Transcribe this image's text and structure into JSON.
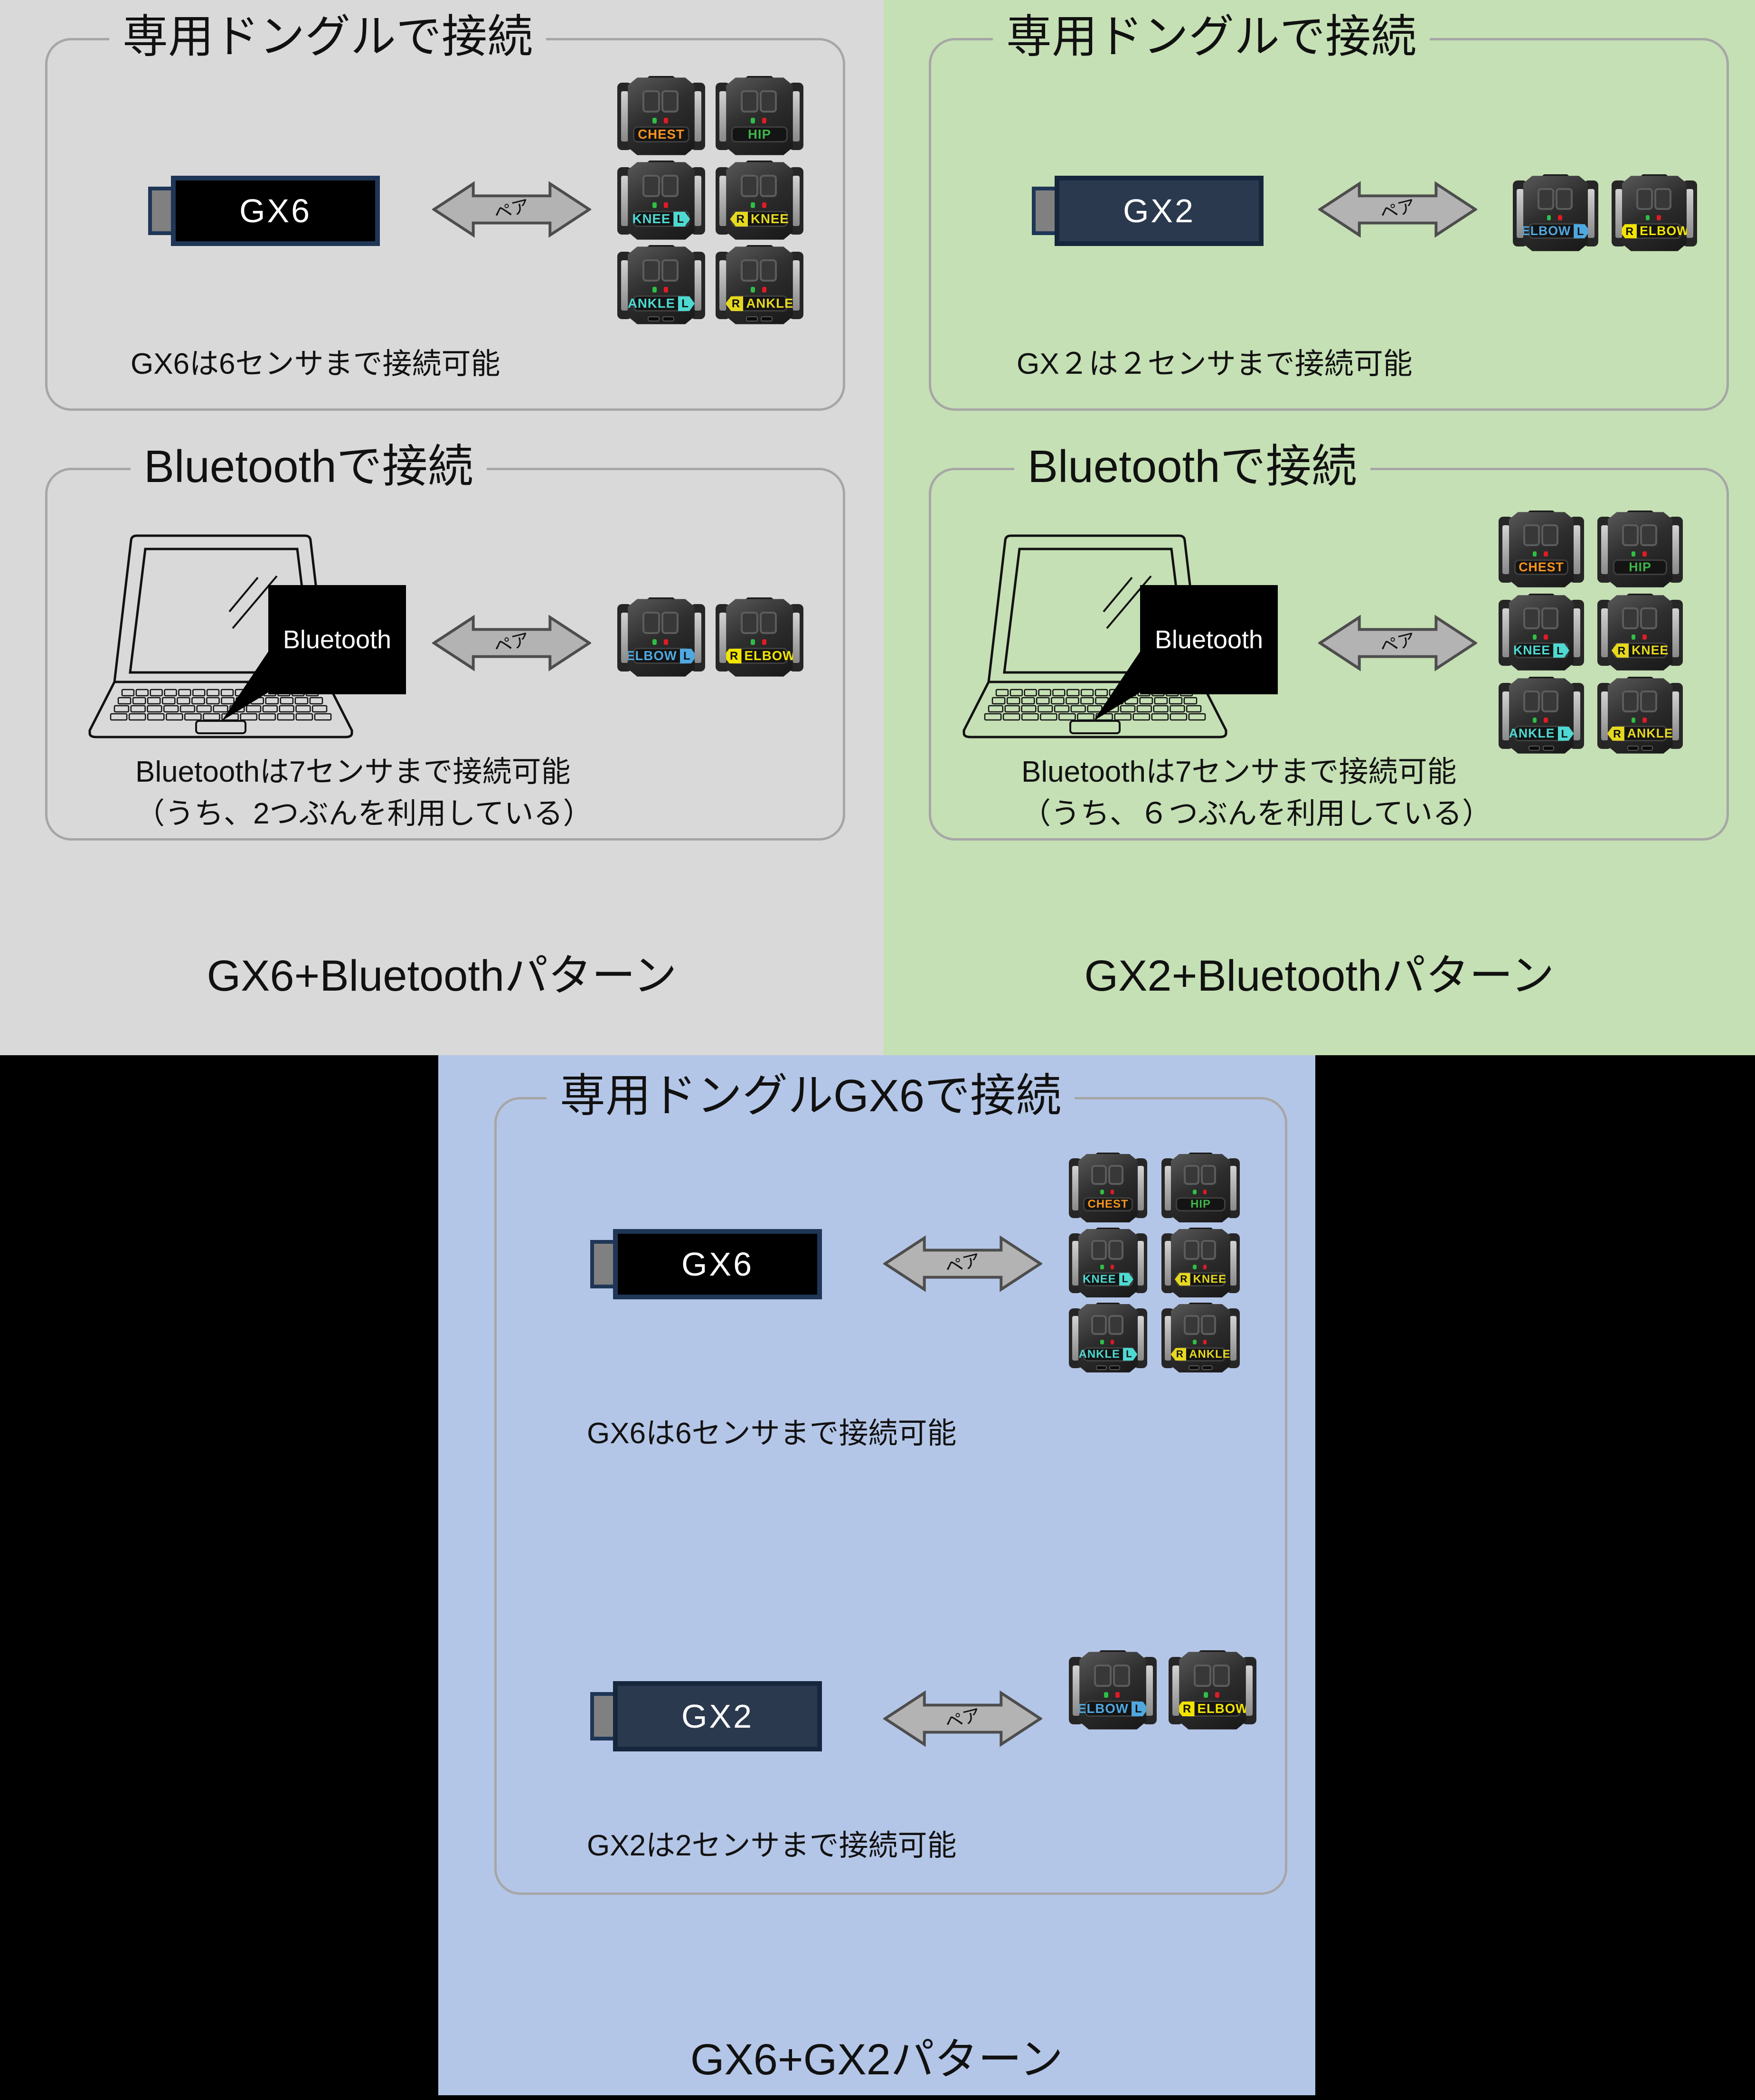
{
  "shared": {
    "pair_label": "ペア"
  },
  "colors": {
    "quad_gray": "#d9d9d9",
    "quad_green": "#c5e0b4",
    "panel_blue": "#b4c6e7",
    "background_black": "#000000",
    "panel_border": "#a6a6a6",
    "arrow_fill": "#b3b3b3",
    "arrow_stroke": "#4d4d4d",
    "gx6_body": "#000000",
    "gx6_border": "#1f3656",
    "gx2_body": "#2b394e",
    "gx2_border": "#16263c",
    "usb_plug": "#808080",
    "led_green": "#2fbf45",
    "led_red": "#e01b24"
  },
  "sensor_types": {
    "chest": {
      "text": "CHEST",
      "color": "#f7941e"
    },
    "hip": {
      "text": "HIP",
      "color": "#3db54a"
    },
    "knee_l": {
      "text": "KNEE",
      "side": "L",
      "color": "#4ed9d2"
    },
    "knee_r": {
      "text": "KNEE",
      "side": "R",
      "color": "#e6d81f"
    },
    "ankle_l": {
      "text": "ANKLE",
      "side": "L",
      "color": "#4ed9d2",
      "slots": true
    },
    "ankle_r": {
      "text": "ANKLE",
      "side": "R",
      "color": "#e6d81f",
      "slots": true
    },
    "elbow_l": {
      "text": "ELBOW",
      "side": "L",
      "color": "#4fa8e0"
    },
    "elbow_r": {
      "text": "ELBOW",
      "side": "R",
      "color": "#f2e400"
    }
  },
  "left_quadrant": {
    "dongle_panel": {
      "title": "専用ドングルで接続",
      "dongle_label": "GX6",
      "caption": "GX6は6センサまで接続可能",
      "sensors": [
        "chest",
        "hip",
        "knee_l",
        "knee_r",
        "ankle_l",
        "ankle_r"
      ]
    },
    "bluetooth_panel": {
      "title": "Bluetoothで接続",
      "bubble_label": "Bluetooth",
      "caption_line1": "Bluetoothは7センサまで接続可能",
      "caption_line2": "（うち、2つぶんを利用している）",
      "sensors": [
        "elbow_l",
        "elbow_r"
      ]
    },
    "pattern_label": "GX6+Bluetoothパターン"
  },
  "right_quadrant": {
    "dongle_panel": {
      "title": "専用ドングルで接続",
      "dongle_label": "GX2",
      "caption": "GX２は２センサまで接続可能",
      "sensors": [
        "elbow_l",
        "elbow_r"
      ]
    },
    "bluetooth_panel": {
      "title": "Bluetoothで接続",
      "bubble_label": "Bluetooth",
      "caption_line1": "Bluetoothは7センサまで接続可能",
      "caption_line2": "（うち、６つぶんを利用している）",
      "sensors": [
        "chest",
        "hip",
        "knee_l",
        "knee_r",
        "ankle_l",
        "ankle_r"
      ]
    },
    "pattern_label": "GX2+Bluetoothパターン"
  },
  "bottom_panel": {
    "title": "専用ドングルGX6で接続",
    "gx6_row": {
      "dongle_label": "GX6",
      "caption": "GX6は6センサまで接続可能",
      "sensors": [
        "chest",
        "hip",
        "knee_l",
        "knee_r",
        "ankle_l",
        "ankle_r"
      ]
    },
    "gx2_row": {
      "dongle_label": "GX2",
      "caption": "GX2は2センサまで接続可能",
      "sensors": [
        "elbow_l",
        "elbow_r"
      ]
    },
    "pattern_label": "GX6+GX2パターン"
  }
}
